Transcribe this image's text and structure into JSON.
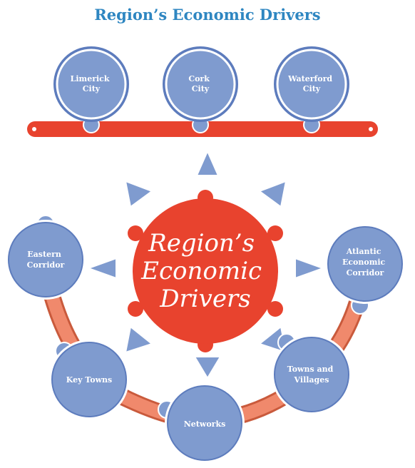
{
  "title": "Region’s Economic Drivers",
  "hub": {
    "lines": [
      "Region’s",
      "Economic",
      "Drivers"
    ]
  },
  "cities": [
    {
      "lines": [
        "Limerick",
        "City"
      ]
    },
    {
      "lines": [
        "Cork",
        "City"
      ]
    },
    {
      "lines": [
        "Waterford",
        "City"
      ]
    }
  ],
  "ring_nodes": [
    {
      "lines": [
        "Eastern",
        "Corridor"
      ]
    },
    {
      "lines": [
        "Key Towns"
      ]
    },
    {
      "lines": [
        "Networks"
      ]
    },
    {
      "lines": [
        "Towns and",
        "Villages"
      ]
    },
    {
      "lines": [
        "Atlantic",
        "Economic",
        "Corridor"
      ]
    }
  ],
  "colors": {
    "title": "#2e86c1",
    "bar": "#e8432e",
    "hub": "#e8432e",
    "arc": "#f0896c",
    "node_fill": "#7f9bcf",
    "node_ring": "#5d7cbd",
    "arrow": "#7f9bcf"
  }
}
